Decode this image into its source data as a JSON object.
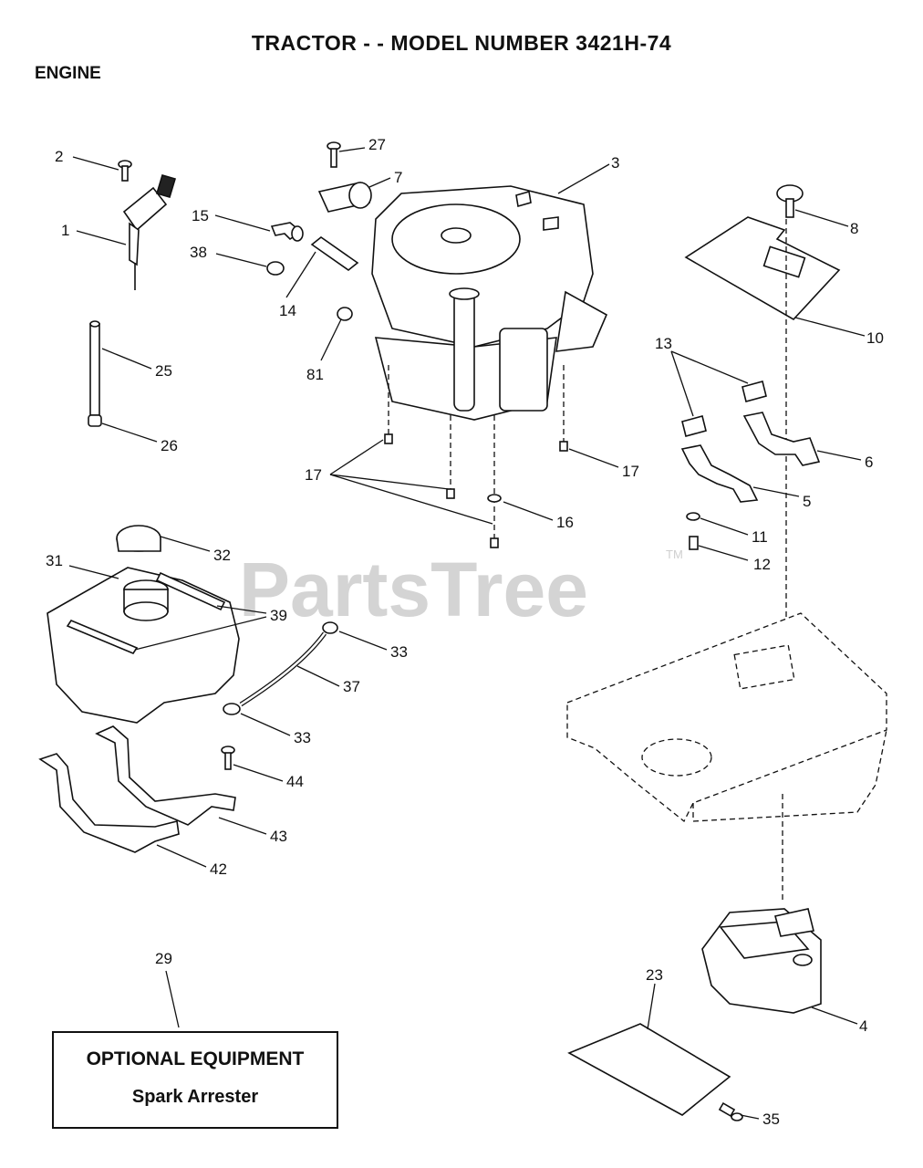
{
  "header": {
    "title": "TRACTOR - - MODEL NUMBER 3421H-74",
    "section": "ENGINE"
  },
  "watermark": {
    "text": "PartsTree",
    "tm": "TM"
  },
  "callouts": [
    {
      "id": "c1",
      "label": "1"
    },
    {
      "id": "c2",
      "label": "2"
    },
    {
      "id": "c3",
      "label": "3"
    },
    {
      "id": "c4",
      "label": "4"
    },
    {
      "id": "c5",
      "label": "5"
    },
    {
      "id": "c6",
      "label": "6"
    },
    {
      "id": "c7",
      "label": "7"
    },
    {
      "id": "c8",
      "label": "8"
    },
    {
      "id": "c10",
      "label": "10"
    },
    {
      "id": "c11",
      "label": "11"
    },
    {
      "id": "c12",
      "label": "12"
    },
    {
      "id": "c13",
      "label": "13"
    },
    {
      "id": "c14",
      "label": "14"
    },
    {
      "id": "c15",
      "label": "15"
    },
    {
      "id": "c16",
      "label": "16"
    },
    {
      "id": "c17a",
      "label": "17"
    },
    {
      "id": "c17b",
      "label": "17"
    },
    {
      "id": "c23",
      "label": "23"
    },
    {
      "id": "c25",
      "label": "25"
    },
    {
      "id": "c26",
      "label": "26"
    },
    {
      "id": "c27",
      "label": "27"
    },
    {
      "id": "c29",
      "label": "29"
    },
    {
      "id": "c31",
      "label": "31"
    },
    {
      "id": "c32",
      "label": "32"
    },
    {
      "id": "c33a",
      "label": "33"
    },
    {
      "id": "c33b",
      "label": "33"
    },
    {
      "id": "c35",
      "label": "35"
    },
    {
      "id": "c37",
      "label": "37"
    },
    {
      "id": "c38",
      "label": "38"
    },
    {
      "id": "c39",
      "label": "39"
    },
    {
      "id": "c42",
      "label": "42"
    },
    {
      "id": "c43",
      "label": "43"
    },
    {
      "id": "c44",
      "label": "44"
    },
    {
      "id": "c81",
      "label": "81"
    }
  ],
  "optional_equipment": {
    "title": "OPTIONAL EQUIPMENT",
    "item": "Spark Arrester"
  }
}
